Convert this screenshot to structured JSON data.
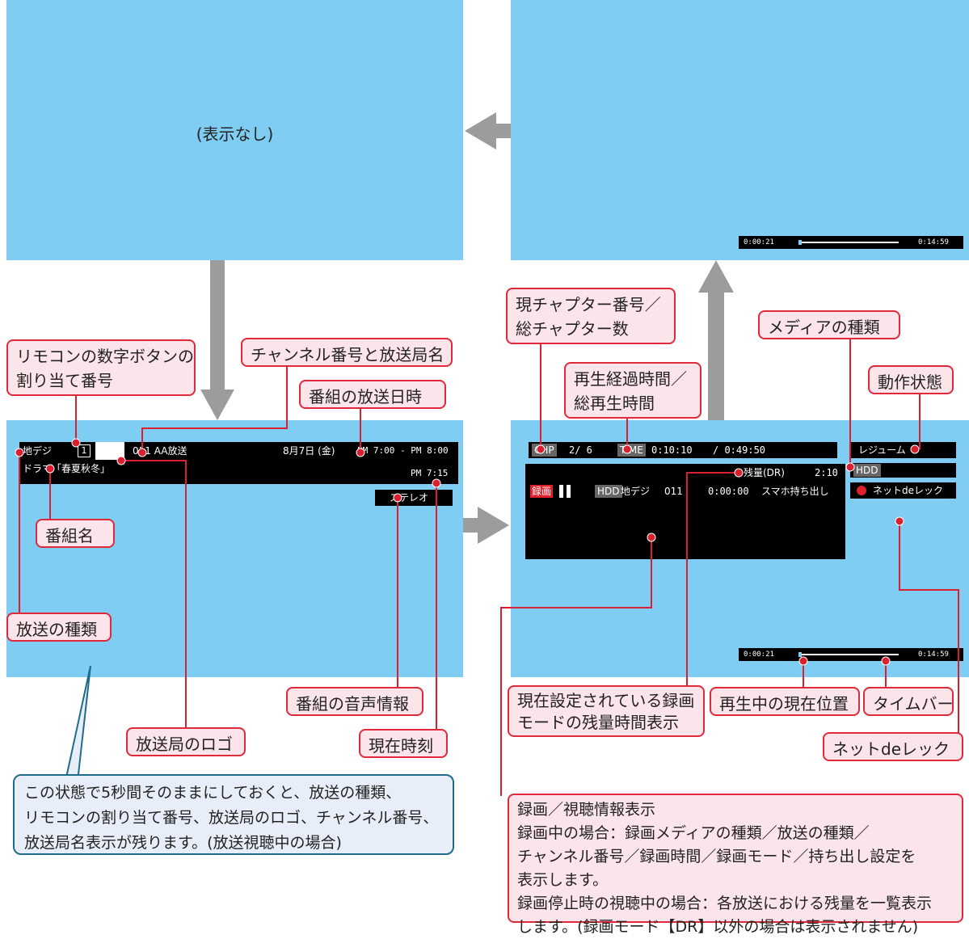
{
  "top_left": {
    "text": "(表示なし)"
  },
  "timebar": {
    "start": "0:00:21",
    "end": "0:14:59"
  },
  "broadcast": {
    "type": "地デジ",
    "remote_no": "1",
    "channel": "011 AA放送",
    "date": "8月7日 (金)",
    "airtime": "PM 7:00 - PM 8:00",
    "program": "ドラマ「春夏秋冬」",
    "clock": "PM 7:15",
    "audio": "ステレオ"
  },
  "playback": {
    "chp_badge": "CHP",
    "chapter": "2/ 6",
    "time_badge": "TIME",
    "elapsed": "0:10:10",
    "total": "/ 0:49:50",
    "state": "レジューム",
    "media": "HDD",
    "netrec": "ネットdeレック",
    "remain": "残量(DR)",
    "remain_time": "2:10",
    "rec_badge": "録画",
    "rec_media": "HDD",
    "rec_type": "地デジ",
    "rec_channel": "011",
    "rec_time": "0:00:00",
    "takeout": "スマホ持ち出し"
  },
  "callouts": {
    "remote": [
      "リモコンの数字ボタンの",
      "割り当て番号"
    ],
    "channel": "チャンネル番号と放送局名",
    "airtime": "番組の放送日時",
    "program": "番組名",
    "type": "放送の種類",
    "audio": "番組の音声情報",
    "logo": "放送局のロゴ",
    "clock": "現在時刻",
    "chapter": [
      "現チャプター番号／",
      "総チャプター数"
    ],
    "elapsed": [
      "再生経過時間／",
      "総再生時間"
    ],
    "media": "メディアの種類",
    "state": "動作状態",
    "remain": [
      "現在設定されている録画",
      "モードの残量時間表示"
    ],
    "position": "再生中の現在位置",
    "timebar": "タイムバー",
    "netrec": "ネットdeレック"
  },
  "note_box": [
    "この状態で5秒間そのままにしておくと、放送の種類、",
    "リモコンの割り当て番号、放送局のロゴ、チャンネル番号、",
    "放送局名表示が残ります。(放送視聴中の場合)"
  ],
  "rec_info_box": [
    "録画／視聴情報表示",
    "録画中の場合：録画メディアの種類／放送の種類／",
    "チャンネル番号／録画時間／録画モード／持ち出し設定を",
    "表示します。",
    "録画停止時の視聴中の場合：各放送における残量を一覧表示",
    "します。(録画モード【DR】以外の場合は表示されません)"
  ],
  "colors": {
    "screen": "#7fcdf2",
    "callout_border": "#e0293a",
    "callout_fill": "#fbe4ea",
    "arrow": "#9c9c9c",
    "note_border": "#1f6b8a"
  }
}
